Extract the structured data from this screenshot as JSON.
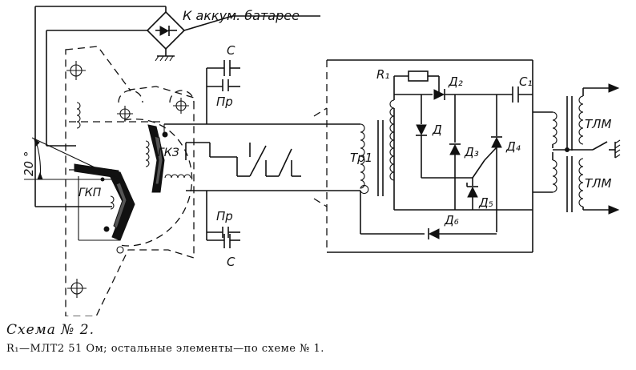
{
  "labels": {
    "battery": "К аккум. батарее",
    "c_top": "С",
    "pr_top": "Пр",
    "pr_bottom": "Пр",
    "c_bottom": "С",
    "gkz": "ГКЗ",
    "gkp": "ГКП",
    "angle": "20 °",
    "r1": "R₁",
    "d2": "Д₂",
    "c1": "С₁",
    "d": "Д",
    "d3": "Д₃",
    "d4": "Д₄",
    "d5": "Д₅",
    "d6": "Д₆",
    "tr1": "Тр1",
    "tlm_top": "ТЛМ",
    "tlm_bottom": "ТЛМ"
  },
  "caption": {
    "title": "Схема № 2.",
    "note": "R₁—МЛТ2 51 Ом; остальные элементы—по схеме № 1."
  }
}
